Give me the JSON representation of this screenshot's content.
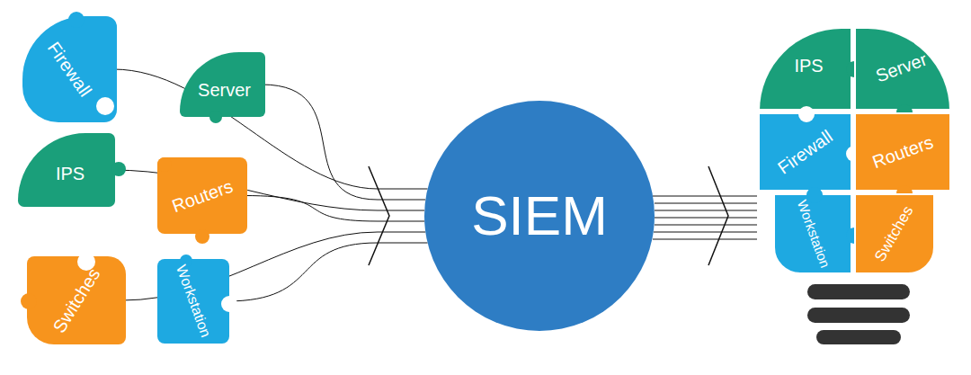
{
  "diagram": {
    "nodes": [
      {
        "text": [
          "Firewall"
        ]
      },
      {
        "text": [
          "Server"
        ]
      },
      {
        "text": [
          "IPS"
        ]
      },
      {
        "text": [
          "Routers"
        ]
      },
      {
        "text": [
          "Switches"
        ]
      },
      {
        "text": [
          "Workstation"
        ]
      },
      {
        "text": [
          "SIEM"
        ]
      },
      {
        "text": [
          "IPS"
        ]
      },
      {
        "text": [
          "Server"
        ]
      },
      {
        "text": [
          "Firewall"
        ]
      },
      {
        "text": [
          "Routers"
        ]
      },
      {
        "text": [
          "Workstation"
        ]
      },
      {
        "text": [
          "Switches"
        ]
      }
    ],
    "edges": [
      {
        "from": 0,
        "to": 6,
        "arrow": "none"
      },
      {
        "from": 1,
        "to": 6,
        "arrow": "none"
      },
      {
        "from": 2,
        "to": 6,
        "arrow": "none"
      },
      {
        "from": 3,
        "to": 6,
        "arrow": "none"
      },
      {
        "from": 4,
        "to": 6,
        "arrow": "none"
      },
      {
        "from": 5,
        "to": 6,
        "arrow": "none"
      }
    ]
  }
}
